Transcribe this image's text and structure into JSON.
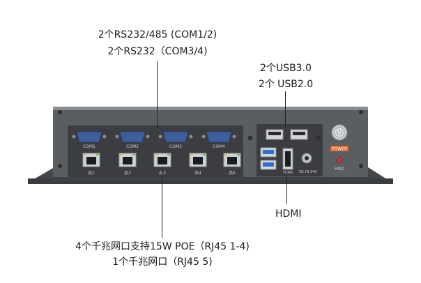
{
  "annotations": {
    "com_line1": "2个RS232/485 (COM1/2)",
    "com_line2": "2个RS232（COM3/4)",
    "usb_line1": "2个USB3.0",
    "usb_line2": "2个 USB2.0",
    "hdmi": "HDMI",
    "lan_line1": "4个千兆网口支持15W POE（RJ45 1-4)",
    "lan_line2": "1个千兆网口（RJ45 5)"
  },
  "device": {
    "com_labels": [
      "COM1",
      "COM2",
      "COM3",
      "COM4"
    ],
    "power_label": "POWER",
    "hdd_label": "HDD",
    "dc_label": "DC IN 24V",
    "hdmi_port_label": "HDMI",
    "lan_labels": [
      "品1",
      "品2",
      "品3",
      "品4",
      "品5"
    ]
  },
  "colors": {
    "chassis": "#5b5e61",
    "panel": "#3b3d40",
    "com_port": "#3d5f9c",
    "usb3": "#2d6fd6",
    "power_ring": "#e06a2a"
  }
}
